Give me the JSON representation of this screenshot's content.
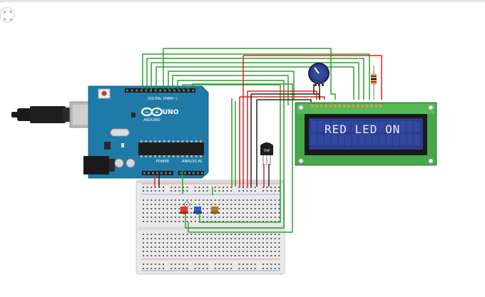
{
  "lcd": {
    "display_text": "RED LED ON"
  },
  "arduino": {
    "model": "UNO",
    "brand": "ARDUINO",
    "digital_header_label": "DIGITAL (PWM~)",
    "power_label": "POWER",
    "analog_label": "ANALOG IN"
  },
  "sensor": {
    "label": "TMP"
  },
  "colors": {
    "board_blue": "#1f7aa7",
    "lcd_background": "#2b3e8c",
    "lcd_frame": "#46a84a",
    "wire_green": "#2ca02c",
    "wire_red": "#d9261c",
    "wire_black": "#222222"
  },
  "icons": [
    "fit-view-icon",
    "usb-cable-icon",
    "potentiometer-icon",
    "resistor-icon",
    "temperature-sensor-icon"
  ]
}
